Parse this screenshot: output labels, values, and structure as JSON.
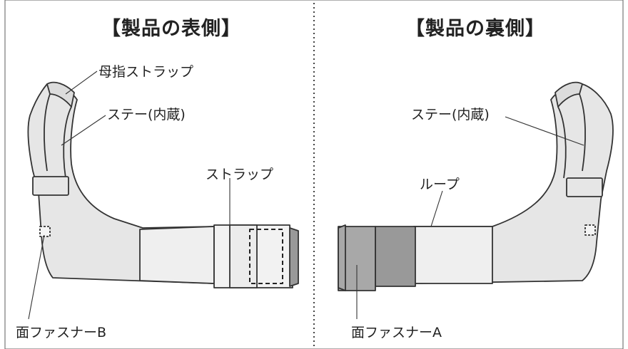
{
  "colors": {
    "body_fill": "#e6e6e6",
    "panel_fill": "#efefef",
    "outline": "#333333",
    "fastener_fill": "#a8a8a8",
    "fastener_inner_fill": "#999999"
  },
  "left_panel": {
    "title": "【製品の表側】",
    "labels": {
      "thumb_strap": "母指ストラップ",
      "stay": "ステー(内蔵)",
      "strap": "ストラップ",
      "fastener": "面ファスナーB"
    }
  },
  "right_panel": {
    "title": "【製品の裏側】",
    "labels": {
      "stay": "ステー(内蔵)",
      "loop": "ループ",
      "fastener": "面ファスナーA"
    }
  }
}
